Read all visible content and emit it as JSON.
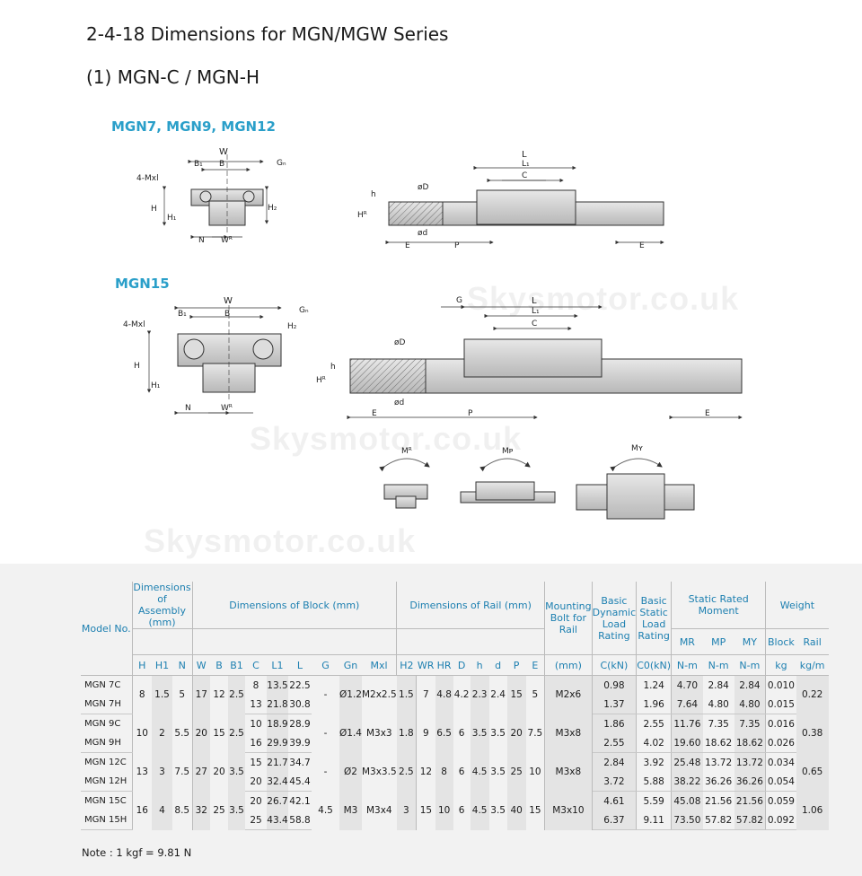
{
  "title": "2-4-18  Dimensions for  MGN/MGW Series",
  "subtitle": "(1) MGN-C / MGN-H",
  "section_small": "MGN7, MGN9, MGN12",
  "section_large": "MGN15",
  "watermark": "Skysmotor.co.uk",
  "labels": {
    "W": "W",
    "B": "B",
    "B1": "B₁",
    "G": "G",
    "Gn": "Gₙ",
    "Mxl": "4-Mxl",
    "H": "H",
    "H1": "H₁",
    "H2": "H₂",
    "HR": "Hᴿ",
    "h": "h",
    "N": "N",
    "WR": "Wᴿ",
    "L": "L",
    "L1": "L₁",
    "C": "C",
    "D": "øD",
    "d": "ød",
    "E": "E",
    "P": "P",
    "MR": "Mᴿ",
    "MP": "Mᴘ",
    "MY": "Mʏ"
  },
  "table": {
    "head": {
      "model": "Model No.",
      "assembly": "Dimensions of Assembly (mm)",
      "block": "Dimensions of Block (mm)",
      "rail": "Dimensions of Rail (mm)",
      "bolt": "Mounting Bolt for Rail",
      "dynamic": "Basic Dynamic Load Rating",
      "static": "Basic Static Load Rating",
      "moment": "Static Rated Moment",
      "weight": "Weight",
      "MR": "MR",
      "MP": "MP",
      "MY": "MY",
      "block_w": "Block",
      "rail_w": "Rail"
    },
    "units": [
      "H",
      "H1",
      "N",
      "W",
      "B",
      "B1",
      "C",
      "L1",
      "L",
      "G",
      "Gn",
      "Mxl",
      "H2",
      "WR",
      "HR",
      "D",
      "h",
      "d",
      "P",
      "E",
      "(mm)",
      "C(kN)",
      "C0(kN)",
      "N-m",
      "N-m",
      "N-m",
      "kg",
      "kg/m"
    ],
    "groups": [
      {
        "H": "8",
        "H1": "1.5",
        "N": "5",
        "W": "17",
        "B": "12",
        "B1": "2.5",
        "G": "-",
        "Gn": "Ø1.2",
        "Mxl": "M2x2.5",
        "H2": "1.5",
        "WR": "7",
        "HR": "4.8",
        "D": "4.2",
        "h": "2.3",
        "d": "2.4",
        "P": "15",
        "E": "5",
        "bolt": "M2x6",
        "rail_w": "0.22",
        "rows": [
          {
            "model": "MGN 7C",
            "C": "8",
            "L1": "13.5",
            "L": "22.5",
            "dyn": "0.98",
            "stat": "1.24",
            "mr": "4.70",
            "mp": "2.84",
            "my": "2.84",
            "bw": "0.010"
          },
          {
            "model": "MGN 7H",
            "C": "13",
            "L1": "21.8",
            "L": "30.8",
            "dyn": "1.37",
            "stat": "1.96",
            "mr": "7.64",
            "mp": "4.80",
            "my": "4.80",
            "bw": "0.015"
          }
        ]
      },
      {
        "H": "10",
        "H1": "2",
        "N": "5.5",
        "W": "20",
        "B": "15",
        "B1": "2.5",
        "G": "-",
        "Gn": "Ø1.4",
        "Mxl": "M3x3",
        "H2": "1.8",
        "WR": "9",
        "HR": "6.5",
        "D": "6",
        "h": "3.5",
        "d": "3.5",
        "P": "20",
        "E": "7.5",
        "bolt": "M3x8",
        "rail_w": "0.38",
        "rows": [
          {
            "model": "MGN 9C",
            "C": "10",
            "L1": "18.9",
            "L": "28.9",
            "dyn": "1.86",
            "stat": "2.55",
            "mr": "11.76",
            "mp": "7.35",
            "my": "7.35",
            "bw": "0.016"
          },
          {
            "model": "MGN 9H",
            "C": "16",
            "L1": "29.9",
            "L": "39.9",
            "dyn": "2.55",
            "stat": "4.02",
            "mr": "19.60",
            "mp": "18.62",
            "my": "18.62",
            "bw": "0.026"
          }
        ]
      },
      {
        "H": "13",
        "H1": "3",
        "N": "7.5",
        "W": "27",
        "B": "20",
        "B1": "3.5",
        "G": "-",
        "Gn": "Ø2",
        "Mxl": "M3x3.5",
        "H2": "2.5",
        "WR": "12",
        "HR": "8",
        "D": "6",
        "h": "4.5",
        "d": "3.5",
        "P": "25",
        "E": "10",
        "bolt": "M3x8",
        "rail_w": "0.65",
        "rows": [
          {
            "model": "MGN 12C",
            "C": "15",
            "L1": "21.7",
            "L": "34.7",
            "dyn": "2.84",
            "stat": "3.92",
            "mr": "25.48",
            "mp": "13.72",
            "my": "13.72",
            "bw": "0.034"
          },
          {
            "model": "MGN 12H",
            "C": "20",
            "L1": "32.4",
            "L": "45.4",
            "dyn": "3.72",
            "stat": "5.88",
            "mr": "38.22",
            "mp": "36.26",
            "my": "36.26",
            "bw": "0.054"
          }
        ]
      },
      {
        "H": "16",
        "H1": "4",
        "N": "8.5",
        "W": "32",
        "B": "25",
        "B1": "3.5",
        "G": "4.5",
        "Gn": "M3",
        "Mxl": "M3x4",
        "H2": "3",
        "WR": "15",
        "HR": "10",
        "D": "6",
        "h": "4.5",
        "d": "3.5",
        "P": "40",
        "E": "15",
        "bolt": "M3x10",
        "rail_w": "1.06",
        "rows": [
          {
            "model": "MGN 15C",
            "C": "20",
            "L1": "26.7",
            "L": "42.1",
            "dyn": "4.61",
            "stat": "5.59",
            "mr": "45.08",
            "mp": "21.56",
            "my": "21.56",
            "bw": "0.059"
          },
          {
            "model": "MGN 15H",
            "C": "25",
            "L1": "43.4",
            "L": "58.8",
            "dyn": "6.37",
            "stat": "9.11",
            "mr": "73.50",
            "mp": "57.82",
            "my": "57.82",
            "bw": "0.092"
          }
        ]
      }
    ]
  },
  "note": "Note : 1 kgf = 9.81 N"
}
